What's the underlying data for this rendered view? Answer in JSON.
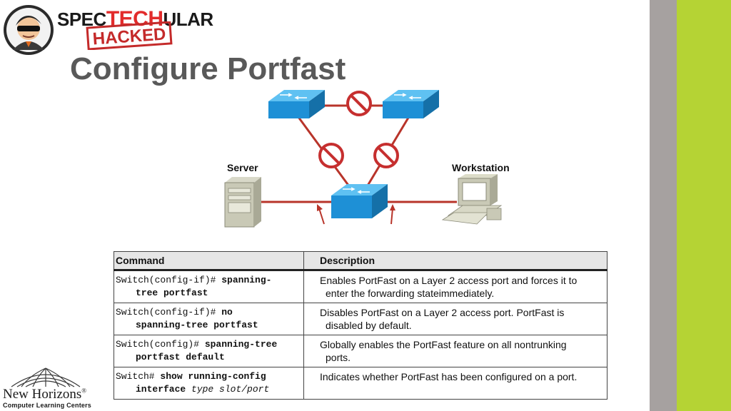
{
  "brand": {
    "prefix": "SPEC",
    "tech": "TECH",
    "suffix": "ULAR",
    "stamp": "HACKED"
  },
  "slide": {
    "title": "Configure Portfast"
  },
  "diagram": {
    "server_label": "Server",
    "workstation_label": "Workstation"
  },
  "table": {
    "headers": [
      "Command",
      "Description"
    ],
    "rows": [
      {
        "cmd_prompt": "Switch(config-if)# ",
        "cmd_bold_a": "spanning-",
        "cmd_bold_b": "tree portfast",
        "cmd_italic": "",
        "desc_a": "Enables PortFast on a Layer 2 access port and forces it to",
        "desc_b": "enter the forwarding stateimmediately."
      },
      {
        "cmd_prompt": "Switch(config-if)# ",
        "cmd_bold_a": "no",
        "cmd_bold_b": "spanning-tree portfast",
        "cmd_italic": "",
        "desc_a": "Disables PortFast on a Layer 2 access port. PortFast is",
        "desc_b": "disabled by default."
      },
      {
        "cmd_prompt": "Switch(config)# ",
        "cmd_bold_a": "spanning-tree",
        "cmd_bold_b": "portfast default",
        "cmd_italic": "",
        "desc_a": "Globally enables the PortFast feature on all nontrunking",
        "desc_b": "ports."
      },
      {
        "cmd_prompt": "Switch# ",
        "cmd_bold_a": "show running-config",
        "cmd_bold_b": "interface",
        "cmd_italic": "type slot/port",
        "desc_a": "Indicates whether PortFast has been configured on a port.",
        "desc_b": ""
      }
    ]
  },
  "footer": {
    "company": "New Horizons",
    "reg": "®",
    "tagline": "Computer Learning Centers"
  },
  "colors": {
    "switch_blue": "#1e90d6",
    "link_red": "#b8342a",
    "side_gray": "#a6a1a0",
    "side_green": "#b5d334"
  }
}
